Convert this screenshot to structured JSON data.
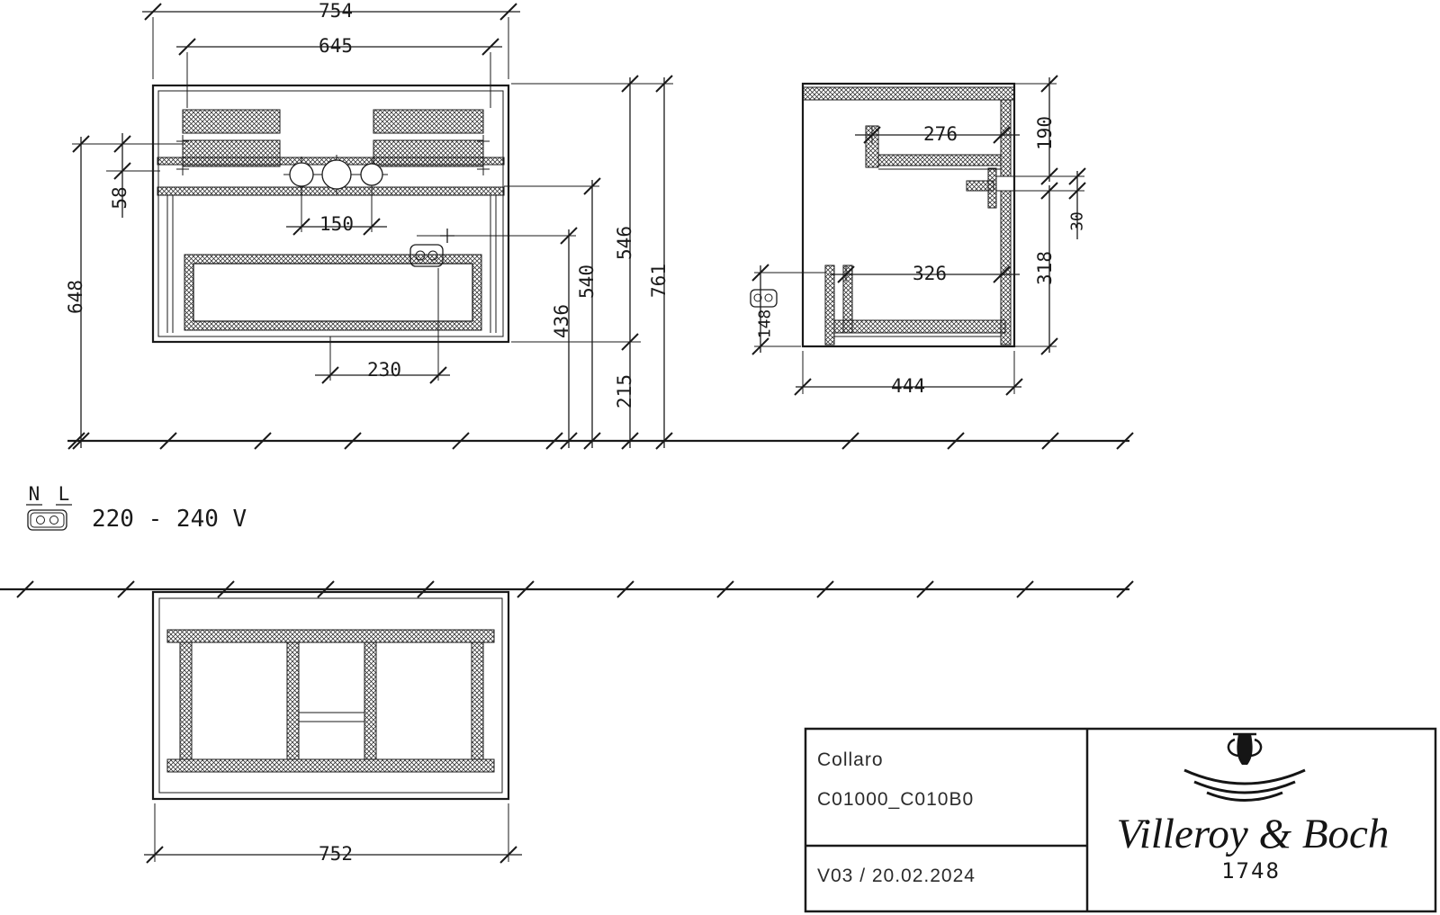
{
  "front_view": {
    "width_total": "754",
    "width_basin": "645",
    "tap_ledge_height": "58",
    "height_to_floor": "648",
    "tap_hole_spacing": "150",
    "drain_offset": "230",
    "socket_height": "436",
    "basin_underside_height": "540",
    "cabinet_height": "546",
    "floor_clearance": "215",
    "overall_height": "761"
  },
  "side_view": {
    "top_drawer_depth": "276",
    "bottom_drawer_depth": "326",
    "depth_total": "444",
    "socket_zone_height": "148",
    "top_section_height": "190",
    "rear_cutout_height": "30",
    "bottom_section_height": "318"
  },
  "bottom_view": {
    "width_body": "752"
  },
  "electrical": {
    "neutral_label": "N",
    "live_label": "L",
    "voltage_range": "220 - 240 V"
  },
  "title_block": {
    "series_name": "Collaro",
    "article_code": "C01000_C010B0",
    "revision_date": "V03 / 20.02.2024",
    "brand_name": "Villeroy & Boch",
    "brand_year": "1748"
  }
}
